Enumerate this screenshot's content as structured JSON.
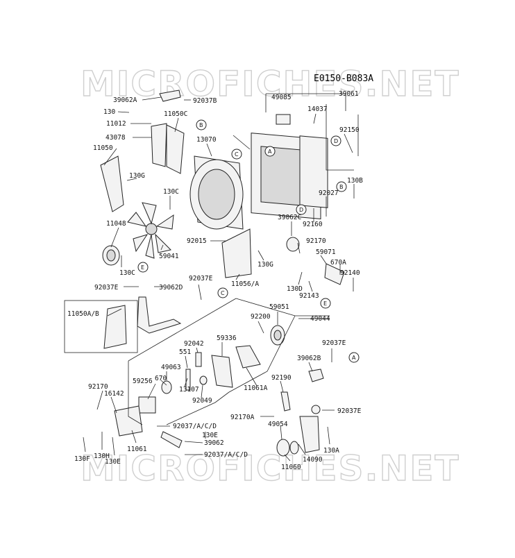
{
  "reference_code": "E0150-B083A",
  "watermark": "MICROFICHES.NET",
  "parts": [
    "39062A",
    "92037B",
    "49085",
    "39061",
    "130",
    "11012",
    "11050C",
    "14037",
    "43078",
    "92150",
    "13070",
    "11050",
    "130G",
    "130C",
    "92027",
    "130B",
    "39062C",
    "92160",
    "11048",
    "92015",
    "92170",
    "59071",
    "670A",
    "92140",
    "130C",
    "59041",
    "130G",
    "11056/A",
    "130D",
    "92143",
    "92037E",
    "39062D",
    "92037E",
    "59051",
    "11050A/B",
    "92200",
    "49044",
    "92042",
    "59336",
    "92037E",
    "551",
    "49063",
    "39062B",
    "670",
    "59256",
    "92170",
    "13107",
    "92049",
    "11061A",
    "92190",
    "16142",
    "92037E",
    "92170A",
    "92037/A/C/D",
    "130E",
    "49054",
    "39062",
    "130A",
    "11061",
    "130F",
    "130H",
    "130E",
    "92037/A/C/D",
    "14090",
    "11060"
  ],
  "callouts": [
    "B",
    "C",
    "A",
    "D",
    "B",
    "D",
    "E",
    "E",
    "C",
    "A"
  ]
}
